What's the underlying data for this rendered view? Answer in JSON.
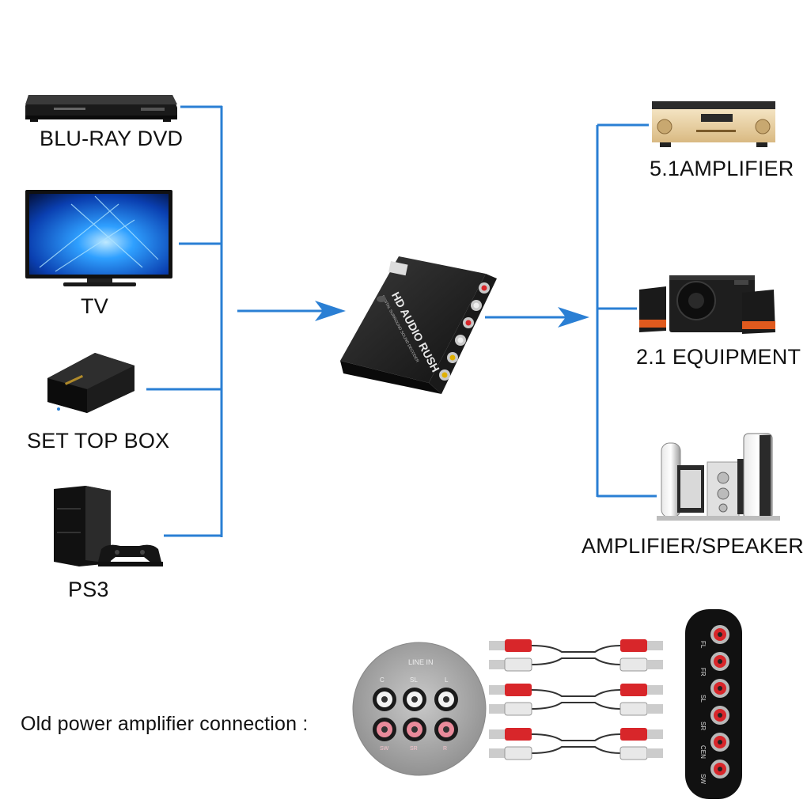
{
  "sources": [
    {
      "label": "BLU-RAY DVD",
      "icon": "bluray-player-icon"
    },
    {
      "label": "TV",
      "icon": "tv-icon"
    },
    {
      "label": "SET TOP BOX",
      "icon": "set-top-box-icon"
    },
    {
      "label": "PS3",
      "icon": "ps3-console-icon"
    }
  ],
  "outputs": [
    {
      "label": "5.1AMPLIFIER",
      "icon": "av-receiver-icon"
    },
    {
      "label": "2.1 EQUIPMENT",
      "icon": "subwoofer-speakers-icon"
    },
    {
      "label": "AMPLIFIER/SPEAKER",
      "icon": "tower-speakers-icon"
    }
  ],
  "decoder": {
    "brand_text": "HD AUDIO RUSH",
    "sub_text": "DIGITAL SURROUND SOUND DECODER"
  },
  "legacy": {
    "caption": "Old power amplifier connection :",
    "panel_title": "LINE IN",
    "panel_top_labels": [
      "C",
      "SL",
      "L"
    ],
    "panel_bottom_labels": [
      "SW",
      "SR",
      "R"
    ],
    "strip_labels": [
      "FL",
      "FR",
      "SL",
      "SR",
      "CEN",
      "SW"
    ]
  },
  "colors": {
    "connector_line": "#2a7fd4",
    "rca_red": "#d8262a",
    "rca_white": "#e8e8e8",
    "device_dark": "#1a1a1a"
  }
}
